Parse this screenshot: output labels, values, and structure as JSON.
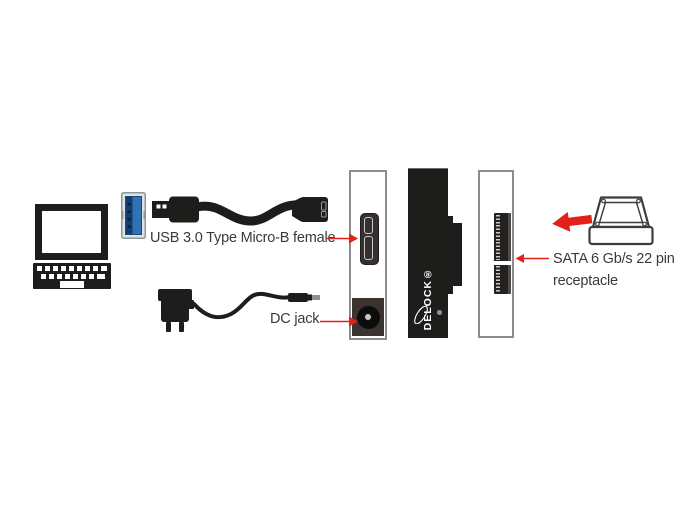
{
  "labels": {
    "usb_micro_b": "USB 3.0 Type Micro-B female",
    "dc_jack": "DC jack",
    "sata_line1": "SATA 6 Gb/s 22 pin",
    "sata_line2": "receptacle"
  },
  "brand": {
    "display": "DELOCK®"
  },
  "colors": {
    "accent_red": "#e32119",
    "ink_black": "#1d1d1b",
    "usb_blue": "#2f72b5",
    "usb_blue_dark": "#123f70",
    "panel_border": "#8c8c8c",
    "label_text": "#3a3a3a",
    "outline_gray": "#3c3c3c"
  },
  "icons": {
    "laptop": "laptop-icon",
    "usb_type_a_female": "usb-type-a-female-port-icon",
    "usb_cable": "usb-micro-b-cable-icon",
    "power_adapter": "power-adapter-icon",
    "red_left_arrow": "red-left-arrow-icon",
    "hdd": "hdd-drive-icon"
  }
}
